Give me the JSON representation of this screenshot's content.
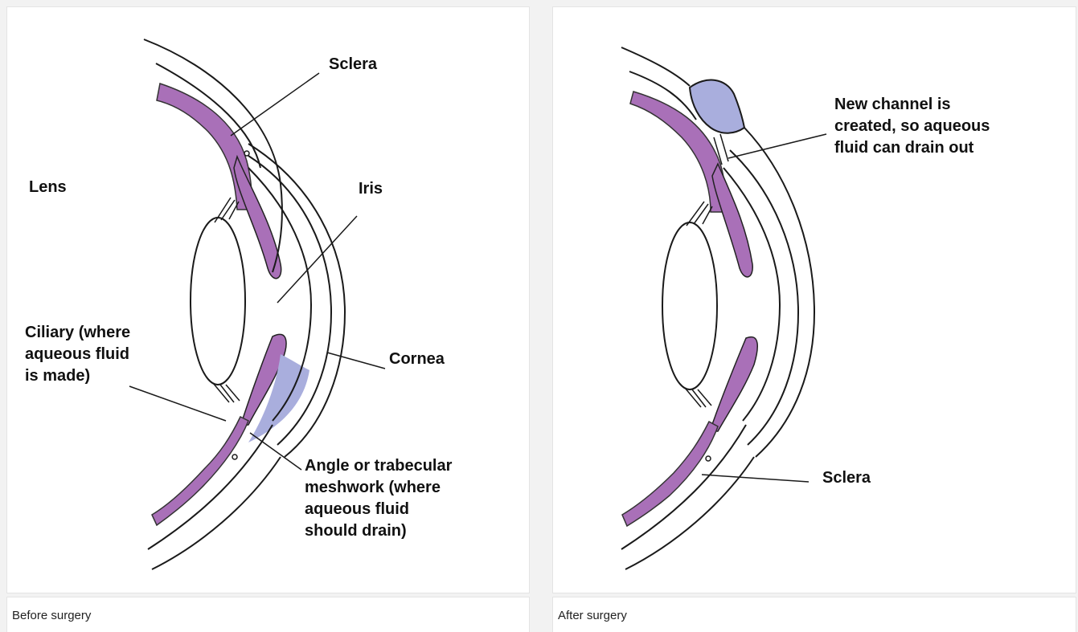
{
  "panels": [
    {
      "caption": "Before surgery",
      "labels": {
        "sclera": "Sclera",
        "lens": "Lens",
        "iris": "Iris",
        "ciliary": "Ciliary (where\naqueous fluid\nis made)",
        "cornea": "Cornea",
        "angle": "Angle or trabecular\nmeshwork (where\naqueous fluid\nshould drain)"
      }
    },
    {
      "caption": "After surgery",
      "labels": {
        "channel": "New channel is\ncreated, so aqueous\nfluid can drain out",
        "sclera": "Sclera"
      }
    }
  ],
  "colors": {
    "ciliary": "#a970b8",
    "fluid": "#a9aedd",
    "outline": "#1a1a1a"
  }
}
